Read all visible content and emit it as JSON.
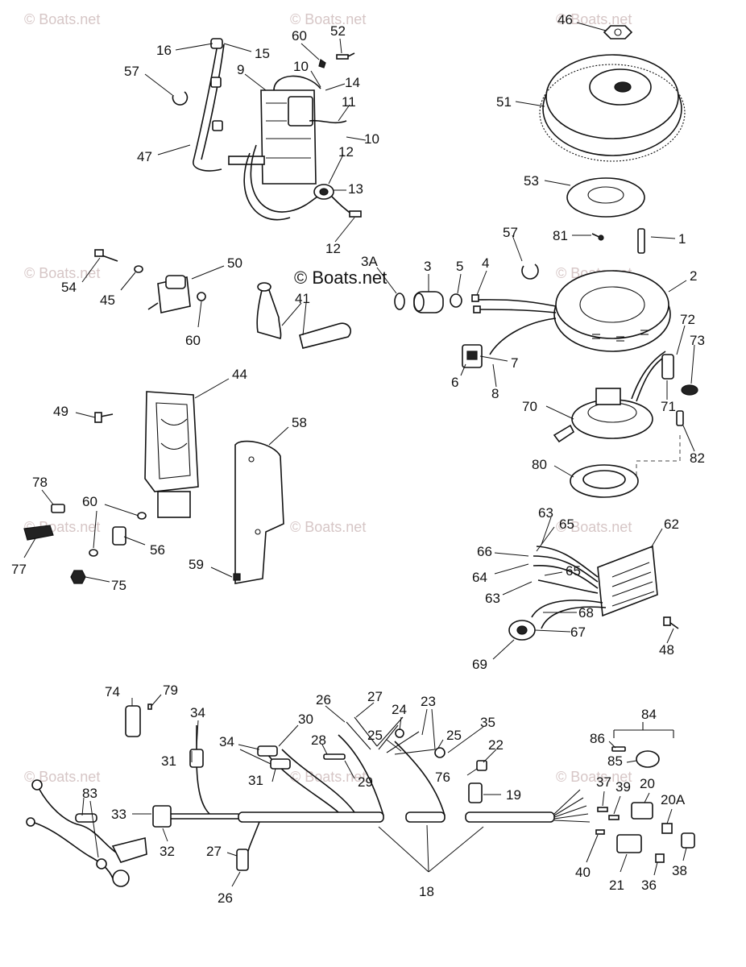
{
  "watermarks": {
    "small": "© Boats.net",
    "big": "© Boats.net"
  },
  "labels": [
    {
      "id": "46",
      "text": "46"
    },
    {
      "id": "51",
      "text": "51"
    },
    {
      "id": "53",
      "text": "53"
    },
    {
      "id": "81",
      "text": "81"
    },
    {
      "id": "1",
      "text": "1"
    },
    {
      "id": "57b",
      "text": "57"
    },
    {
      "id": "2",
      "text": "2"
    },
    {
      "id": "72",
      "text": "72"
    },
    {
      "id": "73",
      "text": "73"
    },
    {
      "id": "71",
      "text": "71"
    },
    {
      "id": "70",
      "text": "70"
    },
    {
      "id": "82",
      "text": "82"
    },
    {
      "id": "80",
      "text": "80"
    },
    {
      "id": "3A",
      "text": "3A"
    },
    {
      "id": "3",
      "text": "3"
    },
    {
      "id": "5",
      "text": "5"
    },
    {
      "id": "4",
      "text": "4"
    },
    {
      "id": "6",
      "text": "6"
    },
    {
      "id": "7",
      "text": "7"
    },
    {
      "id": "8",
      "text": "8"
    },
    {
      "id": "16",
      "text": "16"
    },
    {
      "id": "15",
      "text": "15"
    },
    {
      "id": "60a",
      "text": "60"
    },
    {
      "id": "52",
      "text": "52"
    },
    {
      "id": "57a",
      "text": "57"
    },
    {
      "id": "9",
      "text": "9"
    },
    {
      "id": "10a",
      "text": "10"
    },
    {
      "id": "14",
      "text": "14"
    },
    {
      "id": "11",
      "text": "11"
    },
    {
      "id": "10b",
      "text": "10"
    },
    {
      "id": "47",
      "text": "47"
    },
    {
      "id": "12a",
      "text": "12"
    },
    {
      "id": "13",
      "text": "13"
    },
    {
      "id": "12b",
      "text": "12"
    },
    {
      "id": "54",
      "text": "54"
    },
    {
      "id": "45",
      "text": "45"
    },
    {
      "id": "50",
      "text": "50"
    },
    {
      "id": "60b",
      "text": "60"
    },
    {
      "id": "41",
      "text": "41"
    },
    {
      "id": "44",
      "text": "44"
    },
    {
      "id": "49",
      "text": "49"
    },
    {
      "id": "58",
      "text": "58"
    },
    {
      "id": "78",
      "text": "78"
    },
    {
      "id": "60c",
      "text": "60"
    },
    {
      "id": "56",
      "text": "56"
    },
    {
      "id": "77",
      "text": "77"
    },
    {
      "id": "75",
      "text": "75"
    },
    {
      "id": "59",
      "text": "59"
    },
    {
      "id": "63a",
      "text": "63"
    },
    {
      "id": "65a",
      "text": "65"
    },
    {
      "id": "62",
      "text": "62"
    },
    {
      "id": "66",
      "text": "66"
    },
    {
      "id": "64",
      "text": "64"
    },
    {
      "id": "65b",
      "text": "65"
    },
    {
      "id": "63b",
      "text": "63"
    },
    {
      "id": "68",
      "text": "68"
    },
    {
      "id": "67",
      "text": "67"
    },
    {
      "id": "48",
      "text": "48"
    },
    {
      "id": "69",
      "text": "69"
    },
    {
      "id": "74",
      "text": "74"
    },
    {
      "id": "79",
      "text": "79"
    },
    {
      "id": "34a",
      "text": "34"
    },
    {
      "id": "26a",
      "text": "26"
    },
    {
      "id": "27a",
      "text": "27"
    },
    {
      "id": "23",
      "text": "23"
    },
    {
      "id": "24",
      "text": "24"
    },
    {
      "id": "35",
      "text": "35"
    },
    {
      "id": "30",
      "text": "30"
    },
    {
      "id": "34b",
      "text": "34"
    },
    {
      "id": "25a",
      "text": "25"
    },
    {
      "id": "25b",
      "text": "25"
    },
    {
      "id": "28",
      "text": "28"
    },
    {
      "id": "22",
      "text": "22"
    },
    {
      "id": "31a",
      "text": "31"
    },
    {
      "id": "31b",
      "text": "31"
    },
    {
      "id": "29",
      "text": "29"
    },
    {
      "id": "76",
      "text": "76"
    },
    {
      "id": "19",
      "text": "19"
    },
    {
      "id": "84",
      "text": "84"
    },
    {
      "id": "86",
      "text": "86"
    },
    {
      "id": "85",
      "text": "85"
    },
    {
      "id": "37",
      "text": "37"
    },
    {
      "id": "39",
      "text": "39"
    },
    {
      "id": "20",
      "text": "20"
    },
    {
      "id": "20A",
      "text": "20A"
    },
    {
      "id": "83",
      "text": "83"
    },
    {
      "id": "33",
      "text": "33"
    },
    {
      "id": "32",
      "text": "32"
    },
    {
      "id": "27b",
      "text": "27"
    },
    {
      "id": "26b",
      "text": "26"
    },
    {
      "id": "18",
      "text": "18"
    },
    {
      "id": "40",
      "text": "40"
    },
    {
      "id": "21",
      "text": "21"
    },
    {
      "id": "36",
      "text": "36"
    },
    {
      "id": "38",
      "text": "38"
    }
  ]
}
